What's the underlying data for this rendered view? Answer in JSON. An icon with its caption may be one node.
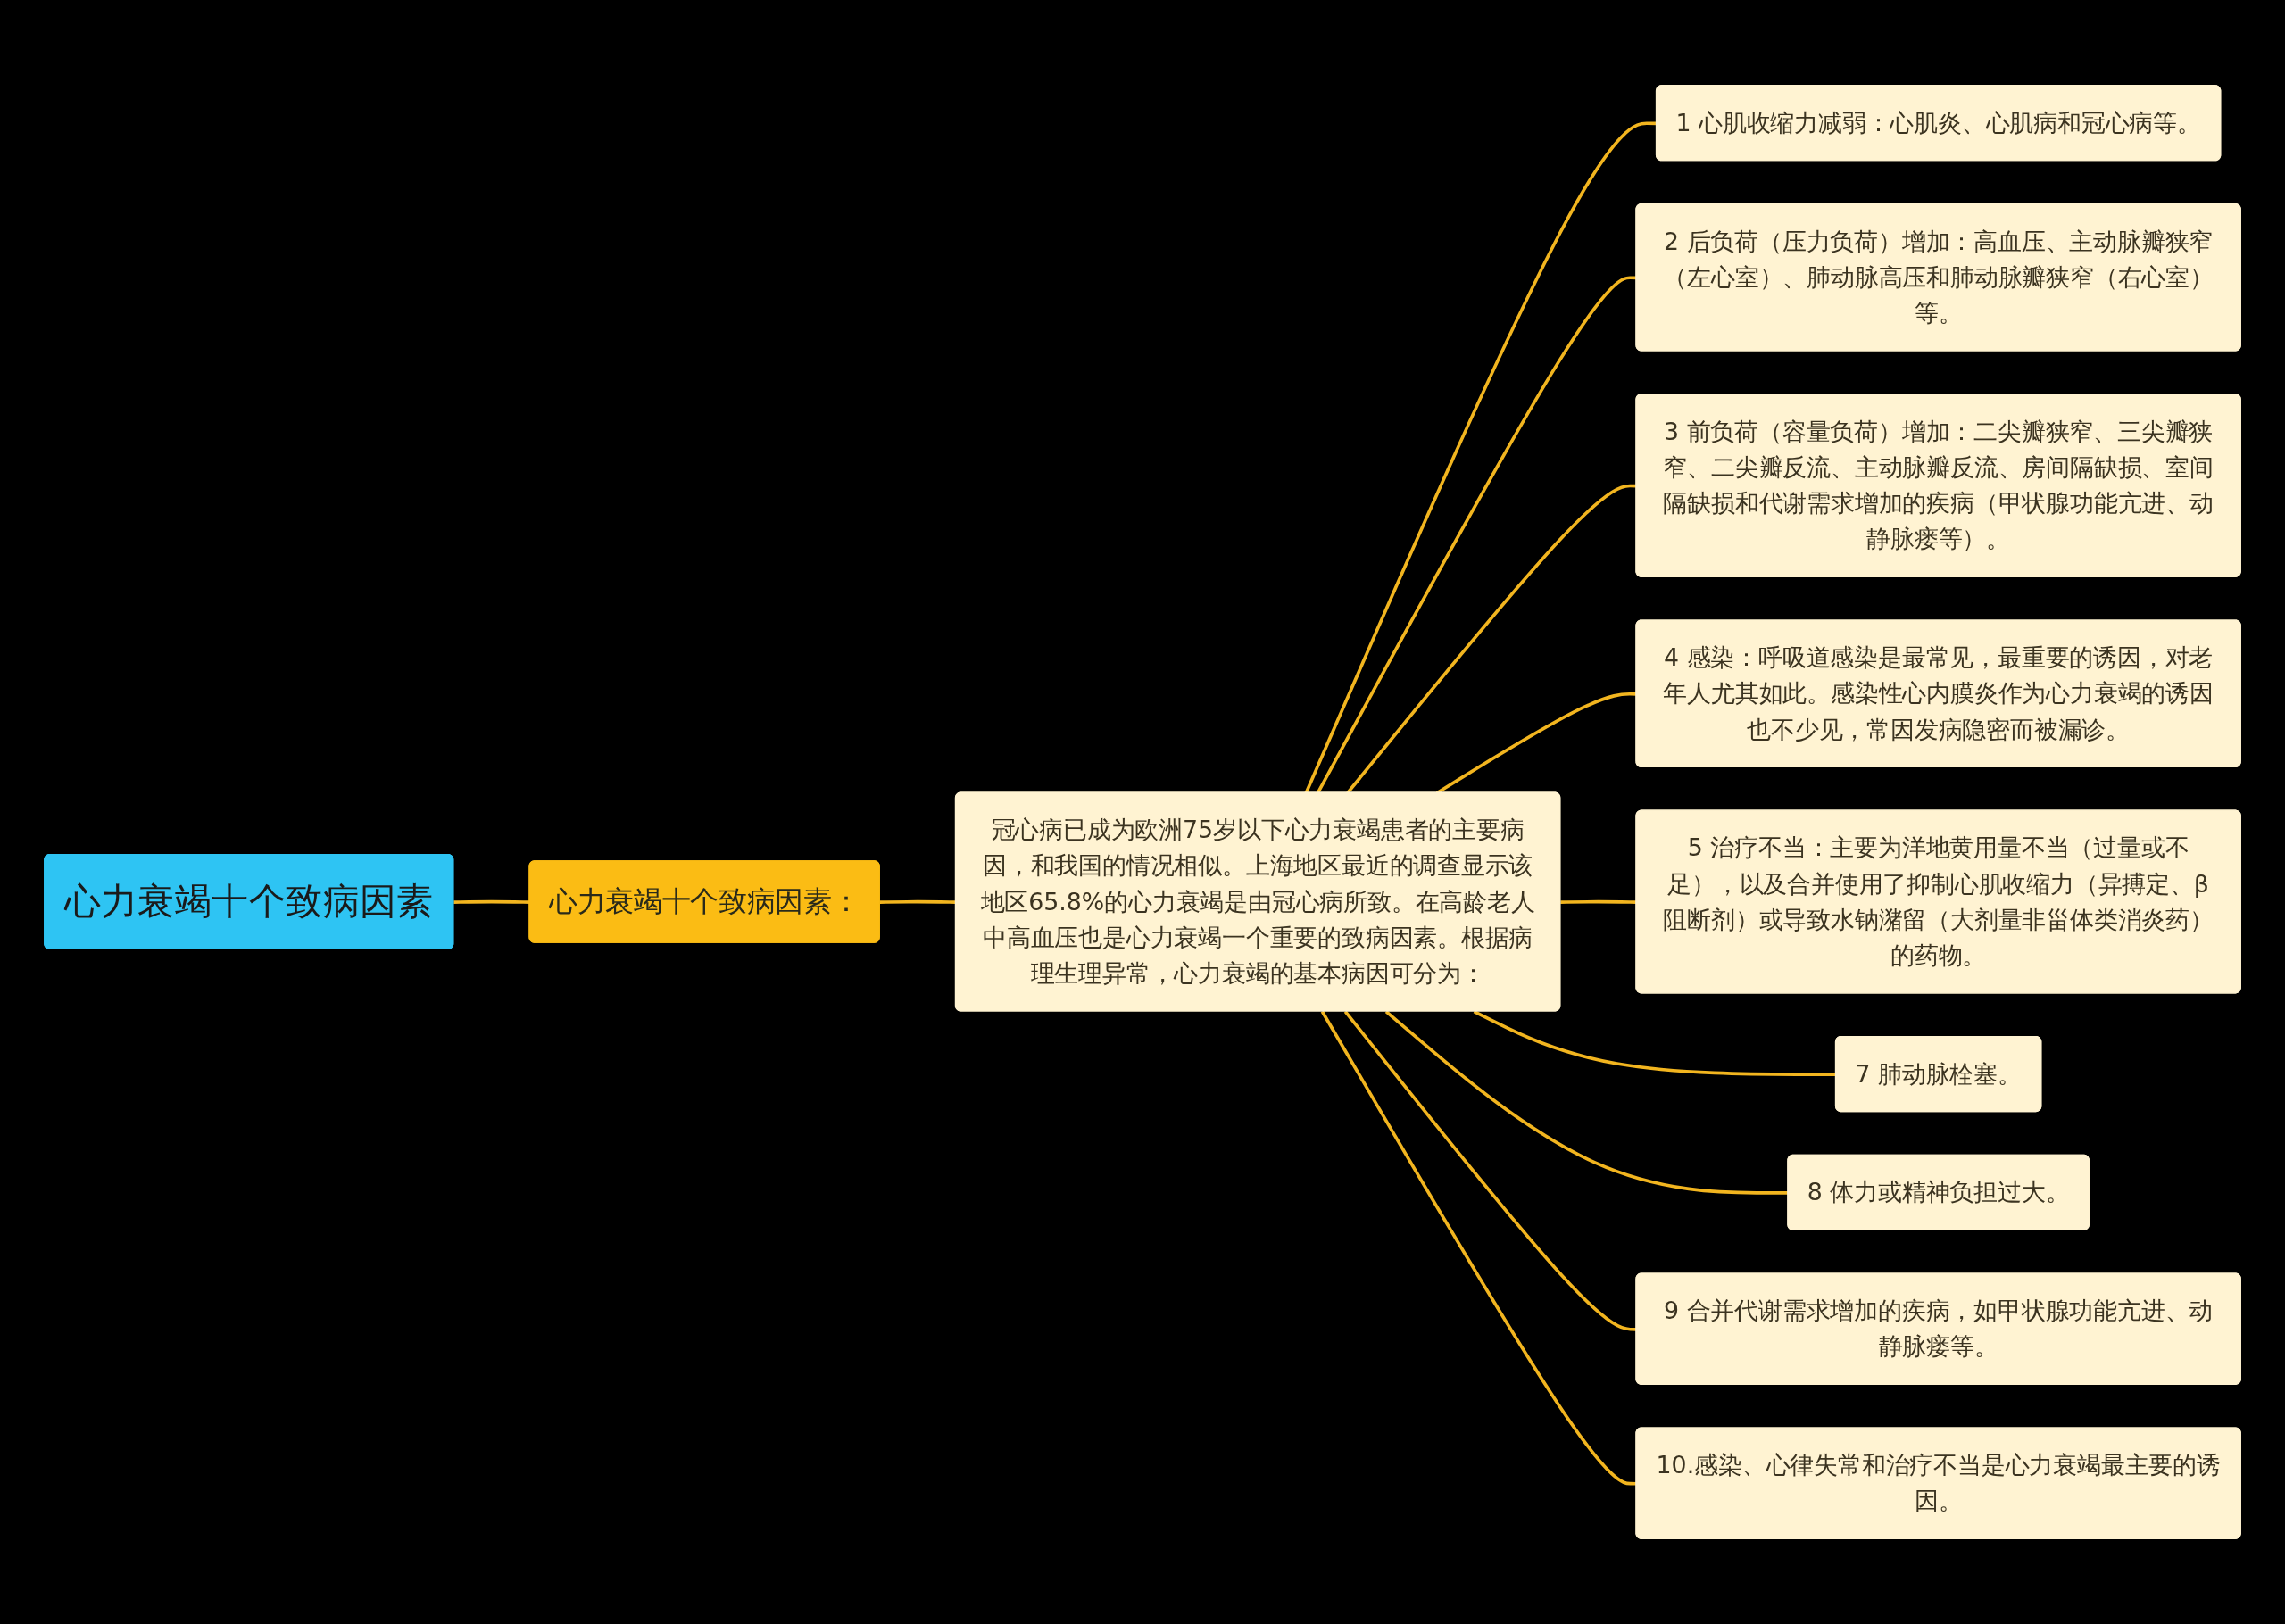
{
  "diagram": {
    "nodes": [
      {
        "text": [
          "心力衰竭十个致病因素"
        ]
      },
      {
        "text": [
          "心力衰竭十个致病因素："
        ]
      },
      {
        "text": [
          "冠心病已成为欧洲75岁以下心力衰竭患者的主要病因，和我国的情况相似。上海地区最近的调查显示该地区65.8%的心力衰竭是由冠心病所致。在高龄老人中高血压也是心力衰竭一个重要的致病因素。根据病理生理异常，心力衰竭的基本病因可分为："
        ]
      },
      {
        "text": [
          "1 心肌收缩力减弱：心肌炎、心肌病和冠心病等。"
        ]
      },
      {
        "text": [
          "2 后负荷（压力负荷）增加：高血压、主动脉瓣狭窄（左心室）、肺动脉高压和肺动脉瓣狭窄（右心室）等。"
        ]
      },
      {
        "text": [
          "3 前负荷（容量负荷）增加：二尖瓣狭窄、三尖瓣狭窄、二尖瓣反流、主动脉瓣反流、房间隔缺损、室间隔缺损和代谢需求增加的疾病（甲状腺功能亢进、动静脉瘘等）。"
        ]
      },
      {
        "text": [
          "4 感染：呼吸道感染是最常见，最重要的诱因，对老年人尤其如此。感染性心内膜炎作为心力衰竭的诱因也不少见，常因发病隐密而被漏诊。"
        ]
      },
      {
        "text": [
          "5 治疗不当：主要为洋地黄用量不当（过量或不足），以及合并使用了抑制心肌收缩力（异搏定、β阻断剂）或导致水钠潴留（大剂量非甾体类消炎药）的药物。"
        ]
      },
      {
        "text": [
          "7 肺动脉栓塞。"
        ]
      },
      {
        "text": [
          "8 体力或精神负担过大。"
        ]
      },
      {
        "text": [
          "9 合并代谢需求增加的疾病，如甲状腺功能亢进、动静脉瘘等。"
        ]
      },
      {
        "text": [
          "10.感染、心律失常和治疗不当是心力衰竭最主要的诱因。"
        ]
      }
    ],
    "edges": [
      {
        "from": 0,
        "to": 1,
        "arrow": "none"
      },
      {
        "from": 1,
        "to": 2,
        "arrow": "none"
      },
      {
        "from": 2,
        "to": 3,
        "arrow": "none"
      },
      {
        "from": 2,
        "to": 4,
        "arrow": "none"
      },
      {
        "from": 2,
        "to": 5,
        "arrow": "none"
      },
      {
        "from": 2,
        "to": 6,
        "arrow": "none"
      },
      {
        "from": 2,
        "to": 7,
        "arrow": "none"
      },
      {
        "from": 2,
        "to": 8,
        "arrow": "none"
      },
      {
        "from": 2,
        "to": 9,
        "arrow": "none"
      },
      {
        "from": 2,
        "to": 10,
        "arrow": "none"
      },
      {
        "from": 2,
        "to": 11,
        "arrow": "none"
      }
    ]
  }
}
